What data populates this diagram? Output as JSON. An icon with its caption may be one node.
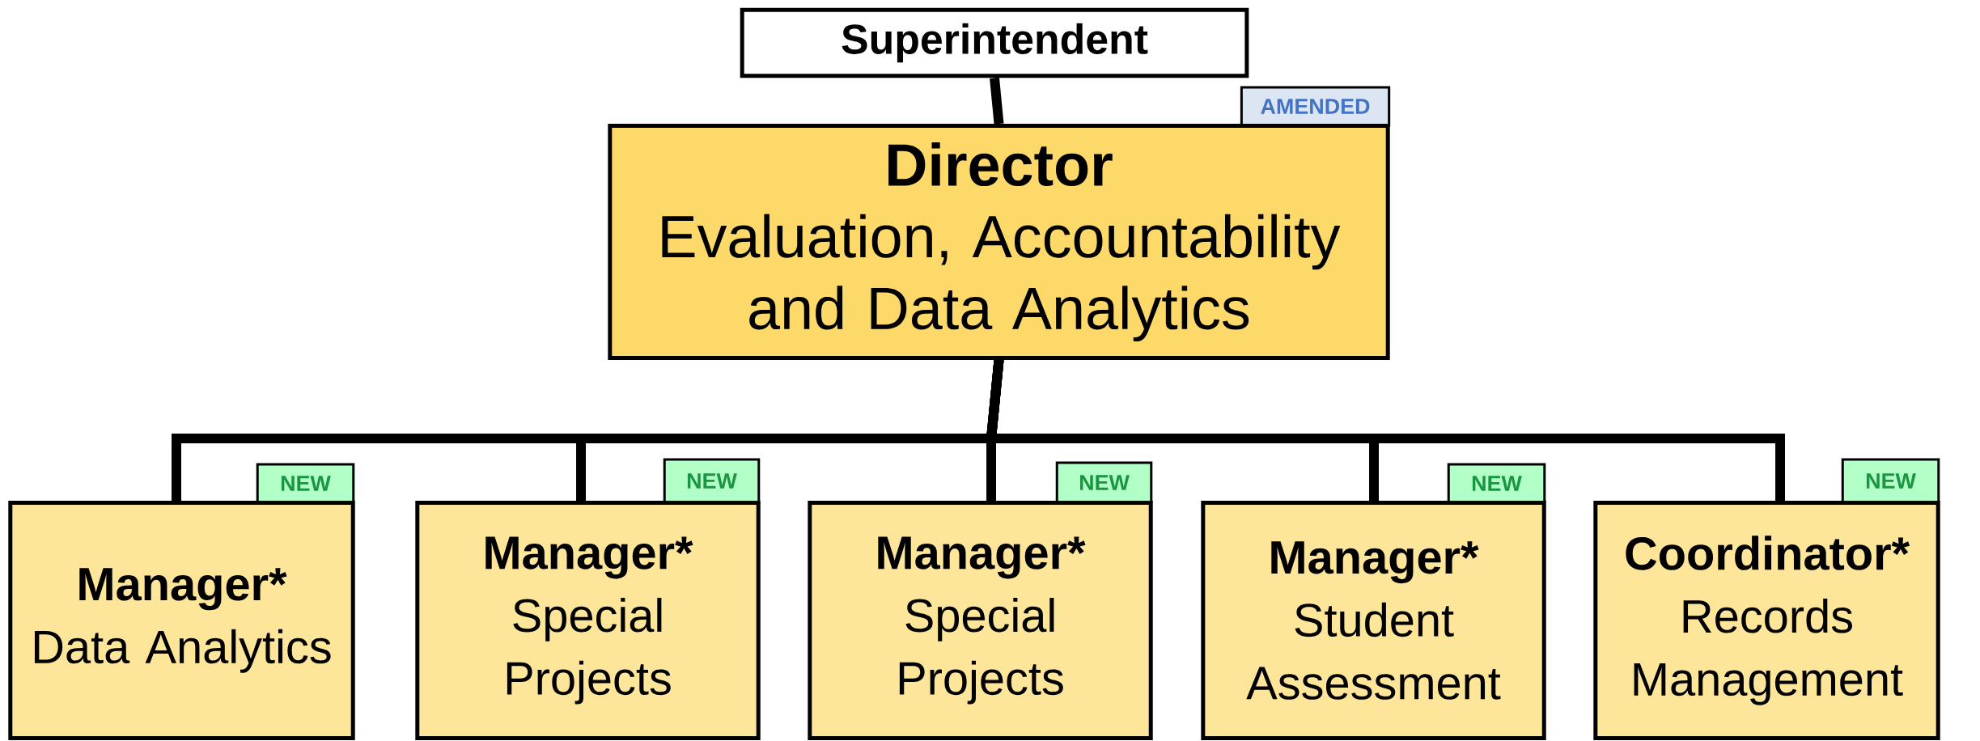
{
  "diagram": {
    "nodes": [
      {
        "text": [
          "Superintendent"
        ]
      },
      {
        "text": [
          "AMENDED"
        ]
      },
      {
        "text": [
          "Director",
          "Evaluation, Accountability and Data Analytics"
        ]
      },
      {
        "text": [
          "NEW"
        ]
      },
      {
        "text": [
          "NEW"
        ]
      },
      {
        "text": [
          "NEW"
        ]
      },
      {
        "text": [
          "NEW"
        ]
      },
      {
        "text": [
          "NEW"
        ]
      },
      {
        "text": [
          "Manager*",
          "Data Analytics"
        ]
      },
      {
        "text": [
          "Manager*",
          "Special Projects"
        ]
      },
      {
        "text": [
          "Manager*",
          "Special Projects"
        ]
      },
      {
        "text": [
          "Manager*",
          "Student Assessment"
        ]
      },
      {
        "text": [
          "Coordinator*",
          "Records Management"
        ]
      }
    ],
    "edges": [
      {
        "from": 0,
        "to": 2,
        "arrow": "none"
      },
      {
        "from": 2,
        "to": 8,
        "arrow": "none"
      },
      {
        "from": 2,
        "to": 9,
        "arrow": "none"
      },
      {
        "from": 2,
        "to": 10,
        "arrow": "none"
      },
      {
        "from": 2,
        "to": 11,
        "arrow": "none"
      },
      {
        "from": 2,
        "to": 12,
        "arrow": "none"
      }
    ]
  }
}
